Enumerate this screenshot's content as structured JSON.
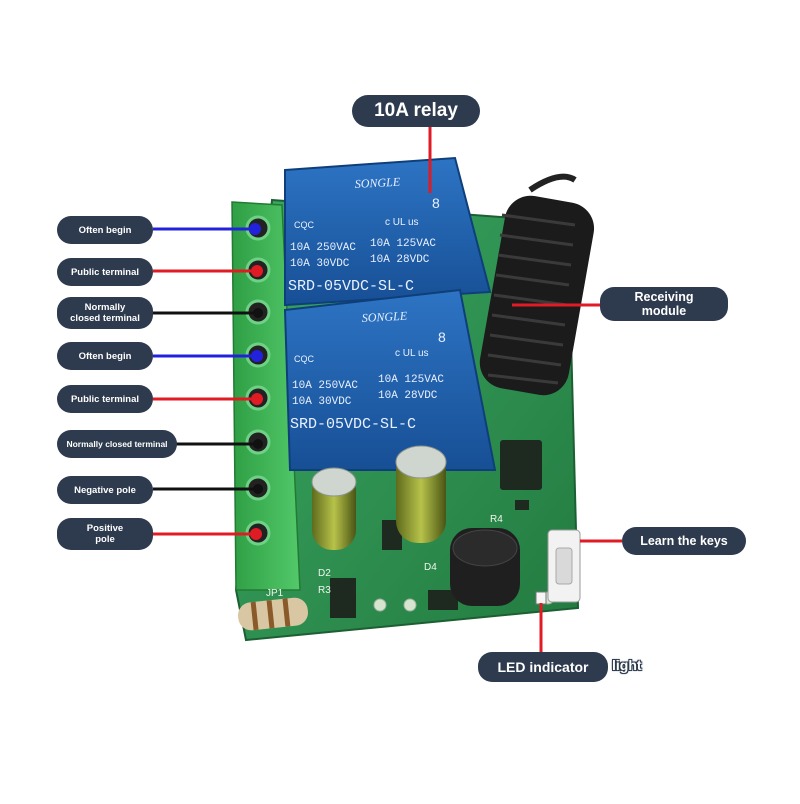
{
  "callouts": {
    "relay": "10A relay",
    "receiving_line1": "Receiving",
    "receiving_line2": "module",
    "learn_keys": "Learn the keys",
    "led_main": "LED indicator",
    "led_suffix": "light"
  },
  "terminals": [
    {
      "line1": "Often begin",
      "line2": "",
      "wire_color": "#2222dd"
    },
    {
      "line1": "Public terminal",
      "line2": "",
      "wire_color": "#e01b24"
    },
    {
      "line1": "Normally",
      "line2": "closed terminal",
      "wire_color": "#111111"
    },
    {
      "line1": "Often begin",
      "line2": "",
      "wire_color": "#2222dd"
    },
    {
      "line1": "Public terminal",
      "line2": "",
      "wire_color": "#e01b24"
    },
    {
      "line1": "Normally closed terminal",
      "line2": "",
      "wire_color": "#111111"
    },
    {
      "line1": "Negative pole",
      "line2": "",
      "wire_color": "#111111"
    },
    {
      "line1": "Positive",
      "line2": "pole",
      "wire_color": "#e01b24"
    }
  ],
  "relay_top": {
    "brand": "SONGLE",
    "cert": "CQC",
    "ul": "c UL us",
    "num": "8",
    "spec_l1": "10A 250VAC",
    "spec_r1": "10A 125VAC",
    "spec_l2": "10A 30VDC",
    "spec_r2": "10A 28VDC",
    "model": "SRD-05VDC-SL-C"
  },
  "relay_bottom": {
    "brand": "SONGLE",
    "cert": "CQC",
    "ul": "c UL us",
    "num": "8",
    "spec_l1": "10A 250VAC",
    "spec_r1": "10A 125VAC",
    "spec_l2": "10A 30VDC",
    "spec_r2": "10A 28VDC",
    "model": "SRD-05VDC-SL-C"
  },
  "pcb_labels": {
    "jp1": "JP1",
    "d2": "D2",
    "r3": "R3",
    "d4": "D4",
    "r4": "R4"
  },
  "colors": {
    "callout_bg": "#2e3b4e",
    "pcb_green": "#2f9a55",
    "terminal_green": "#3fb950",
    "relay_blue": "#1f5fae",
    "pointer_red": "#e01b24",
    "wire_blue": "#2222dd",
    "wire_black": "#111111"
  }
}
